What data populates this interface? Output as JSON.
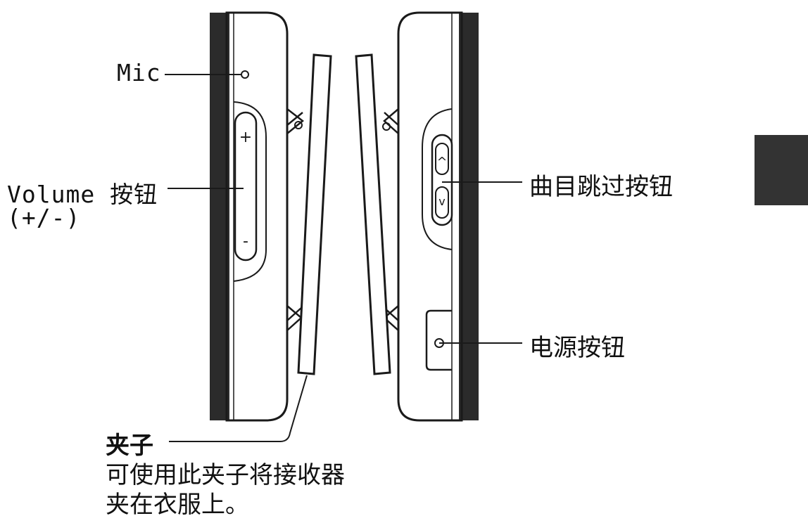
{
  "labels": {
    "mic": "Mic",
    "volume_line1": "Volume 按钮",
    "volume_line2": "(+/-)",
    "skip": "曲目跳过按钮",
    "power": "电源按钮",
    "clip_title": "夹子",
    "clip_desc_line1": "可使用此夹子将接收器",
    "clip_desc_line2": "夹在衣服上。"
  },
  "glyphs": {
    "plus": "+",
    "minus": "-",
    "up": "^",
    "down": "v"
  },
  "colors": {
    "outline": "#1a1a1a",
    "dark_edge": "#2b2b2b",
    "tab": "#333333",
    "background": "#ffffff"
  }
}
